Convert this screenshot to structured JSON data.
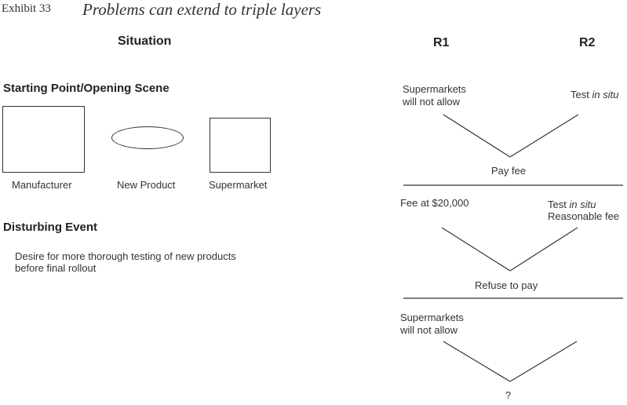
{
  "exhibit": {
    "number": "Exhibit 33",
    "title": "Problems can extend to triple layers"
  },
  "columns": {
    "situation": "Situation",
    "r1": "R1",
    "r2": "R2"
  },
  "opening_scene": {
    "heading": "Starting Point/Opening Scene",
    "shapes": [
      {
        "label": "Manufacturer",
        "shape": "rectangle"
      },
      {
        "label": "New Product",
        "shape": "ellipse"
      },
      {
        "label": "Supermarket",
        "shape": "square"
      }
    ]
  },
  "disturbing_event": {
    "heading": "Disturbing Event",
    "lines": [
      "Desire for more thorough testing of new products",
      "before final rollout"
    ]
  },
  "layers": [
    {
      "r1_lines": [
        "Supermarkets",
        "will not allow"
      ],
      "r2_prefix": "Test ",
      "r2_italic": "in situ",
      "r2_extra": "",
      "result": "Pay fee"
    },
    {
      "r1_lines": [
        "Fee at $20,000"
      ],
      "r2_prefix": "Test ",
      "r2_italic": "in situ",
      "r2_extra": "Reasonable fee",
      "result": "Refuse to pay"
    },
    {
      "r1_lines": [
        "Supermarkets",
        "will not allow"
      ],
      "result": "?"
    }
  ]
}
